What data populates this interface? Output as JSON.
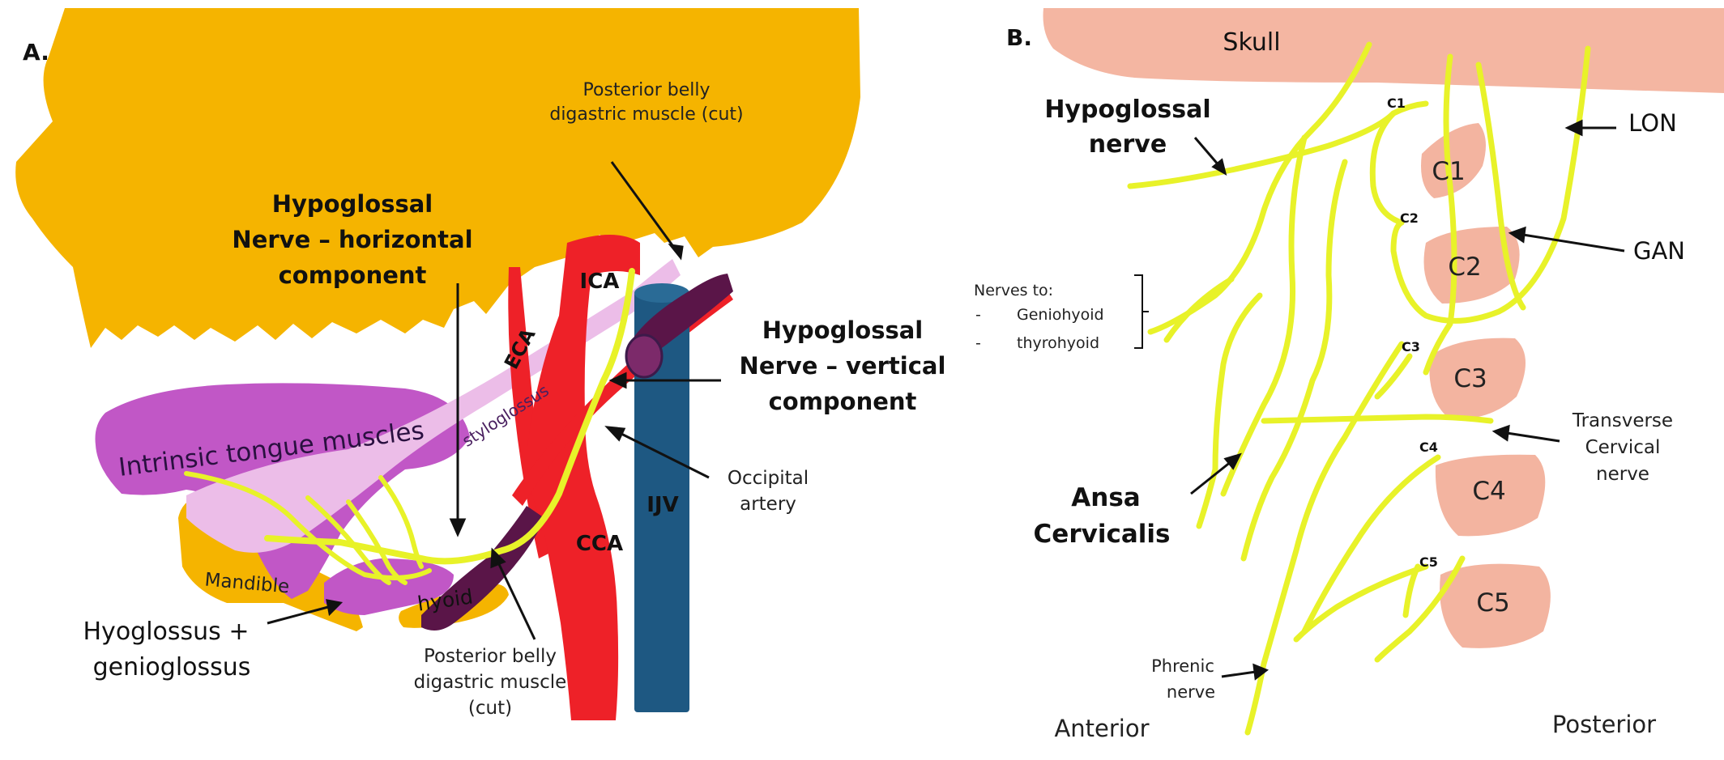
{
  "colors": {
    "skull_orange": "#f5b400",
    "tongue_magenta": "#c157c6",
    "styloglossus_pink": "#ecbde8",
    "artery_red": "#ee2128",
    "ijv_blue": "#1e5882",
    "digastric_purple": "#5a1548",
    "nerve_yellow": "#e8f229",
    "vertebra_salmon": "#f3b4a0",
    "skull_salmon": "#f4b6a2"
  },
  "panel_a": {
    "letter": "A.",
    "labels": {
      "pbd_top_1": "Posterior belly",
      "pbd_top_2": "digastric muscle (cut)",
      "hn_horiz_1": "Hypoglossal",
      "hn_horiz_2": "Nerve – horizontal",
      "hn_horiz_3": "component",
      "ica": "ICA",
      "eca": "ECA",
      "styloglossus": "styloglossus",
      "hn_vert_1": "Hypoglossal",
      "hn_vert_2": "Nerve – vertical",
      "hn_vert_3": "component",
      "intrinsic": "Intrinsic tongue muscles",
      "occipital_1": "Occipital",
      "occipital_2": "artery",
      "ijv": "IJV",
      "cca": "CCA",
      "mandible": "Mandible",
      "hyoid": "hyoid",
      "hyoglossus_1": "Hyoglossus +",
      "hyoglossus_2": "genioglossus",
      "pbd_bottom_1": "Posterior belly",
      "pbd_bottom_2": "digastric muscle",
      "pbd_bottom_3": "(cut)"
    }
  },
  "panel_b": {
    "letter": "B.",
    "labels": {
      "skull": "Skull",
      "hypoglossal_1": "Hypoglossal",
      "hypoglossal_2": "nerve",
      "lon": "LON",
      "gan": "GAN",
      "nerves_to": "Nerves to:",
      "geniohyoid_dash": "-",
      "geniohyoid": "Geniohyoid",
      "thyrohyoid_dash": "-",
      "thyrohyoid": "thyrohyoid",
      "transverse_1": "Transverse",
      "transverse_2": "Cervical",
      "transverse_3": "nerve",
      "ansa_1": "Ansa",
      "ansa_2": "Cervicalis",
      "phrenic_1": "Phrenic",
      "phrenic_2": "nerve",
      "anterior": "Anterior",
      "posterior": "Posterior"
    },
    "roots": [
      "C1",
      "C2",
      "C3",
      "C4",
      "C5"
    ],
    "vertebrae": [
      "C1",
      "C2",
      "C3",
      "C4",
      "C5"
    ]
  }
}
